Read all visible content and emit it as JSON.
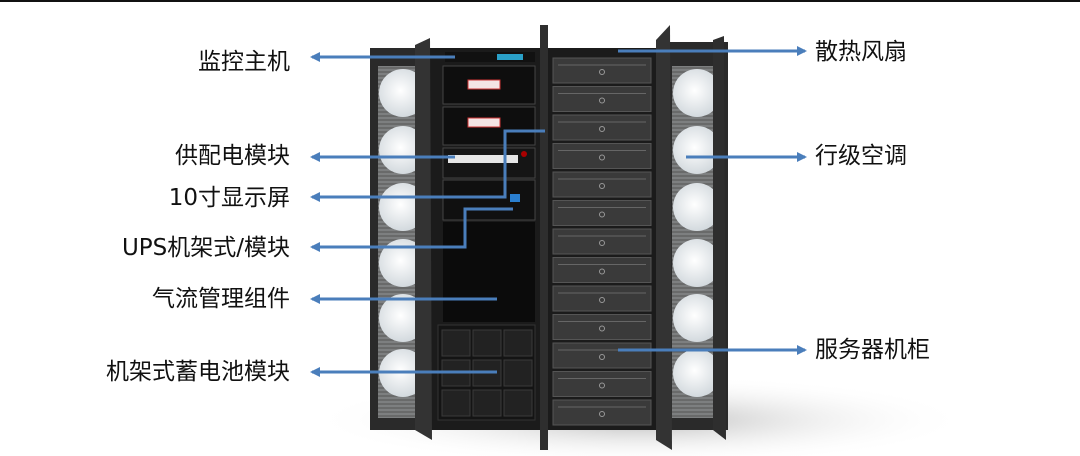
{
  "colors": {
    "leader": "#4a7ebb",
    "cabinet": "#1e1e1e",
    "fan": "#e8ecef"
  },
  "labels_left": [
    {
      "id": "monitor-host",
      "text": "监控主机"
    },
    {
      "id": "power-module",
      "text": "供配电模块"
    },
    {
      "id": "display",
      "text": "10寸显示屏"
    },
    {
      "id": "ups",
      "text": "UPS机架式/模块"
    },
    {
      "id": "airflow",
      "text": "气流管理组件"
    },
    {
      "id": "battery",
      "text": "机架式蓄电池模块"
    }
  ],
  "labels_right": [
    {
      "id": "fans",
      "text": "散热风扇"
    },
    {
      "id": "row-ac",
      "text": "行级空调"
    },
    {
      "id": "server-cabinet",
      "text": "服务器机柜"
    }
  ]
}
